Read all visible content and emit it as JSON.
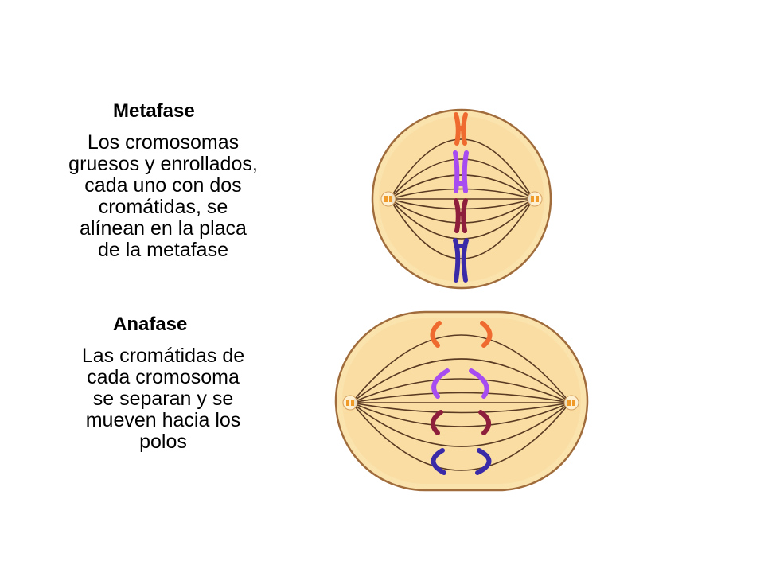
{
  "metafase": {
    "title": "Metafase",
    "description_lines": [
      "Los cromosomas",
      "gruesos y enrollados,",
      "cada uno con dos",
      "cromátidas, se",
      "alínean en la placa",
      "de la metafase"
    ]
  },
  "anafase": {
    "title": "Anafase",
    "description_lines": [
      "Las cromátidas de",
      "cada cromosoma",
      "se separan y se",
      "mueven hacia los",
      "polos"
    ]
  },
  "colors": {
    "cell_fill": "#fbe3ae",
    "cell_inner": "#f7d28f",
    "cell_stroke": "#a06c3c",
    "spindle": "#5a3a22",
    "chromosome_orange": "#ef6a2f",
    "chromosome_violet": "#a64cf0",
    "chromosome_maroon": "#8e1f3c",
    "chromosome_blue": "#3a2aa8"
  }
}
